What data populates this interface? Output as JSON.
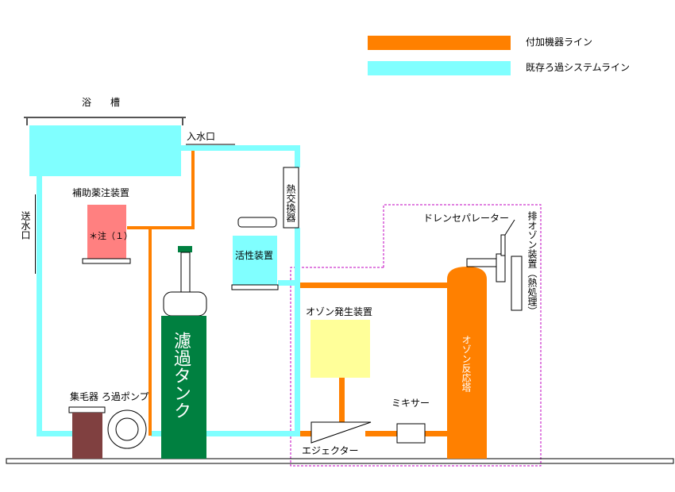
{
  "legend": {
    "addon_line": {
      "label": "付加機器ライン",
      "color": "#ff8000"
    },
    "existing_line": {
      "label": "既存ろ過システムライン",
      "color": "#80ffff"
    }
  },
  "labels": {
    "bath": "浴　　槽",
    "inlet": "入水口",
    "outlet": "送水口",
    "aux_dosing": "補助薬注装置",
    "note": "＊注（１）",
    "heat_exchanger": "熱交換器",
    "activated": "活性装置",
    "filter_tank": "濾過タンク",
    "hair_pump": "集毛器 ろ過ポンプ",
    "ozone_gen": "オゾン発生装置",
    "mixer": "ミキサー",
    "ejector": "エジェクター",
    "reactor": "オゾン反応塔",
    "drain_sep": "ドレンセパレーター",
    "exhaust": "排オゾン装置（熱処理）"
  },
  "colors": {
    "cyan": "#80ffff",
    "orange": "#ff8000",
    "green": "#008040",
    "pink": "#ff8080",
    "yellow": "#ffff99",
    "brown": "#804040",
    "magenta": "#c000c0"
  }
}
